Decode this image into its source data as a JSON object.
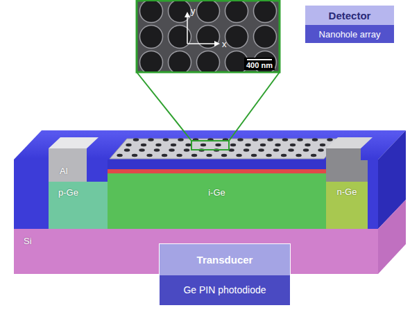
{
  "diagram": {
    "nodes": [
      {
        "text": [
          "Detector",
          "Nanohole array"
        ]
      },
      {
        "text": [
          "Al"
        ]
      },
      {
        "text": [
          "p-Ge"
        ]
      },
      {
        "text": [
          "i-Ge"
        ]
      },
      {
        "text": [
          "n-Ge"
        ]
      },
      {
        "text": [
          "Si"
        ]
      },
      {
        "text": [
          "Transducer",
          "Ge PIN photodiode"
        ]
      }
    ],
    "labels": [
      "y",
      "x",
      "400 nm"
    ]
  }
}
